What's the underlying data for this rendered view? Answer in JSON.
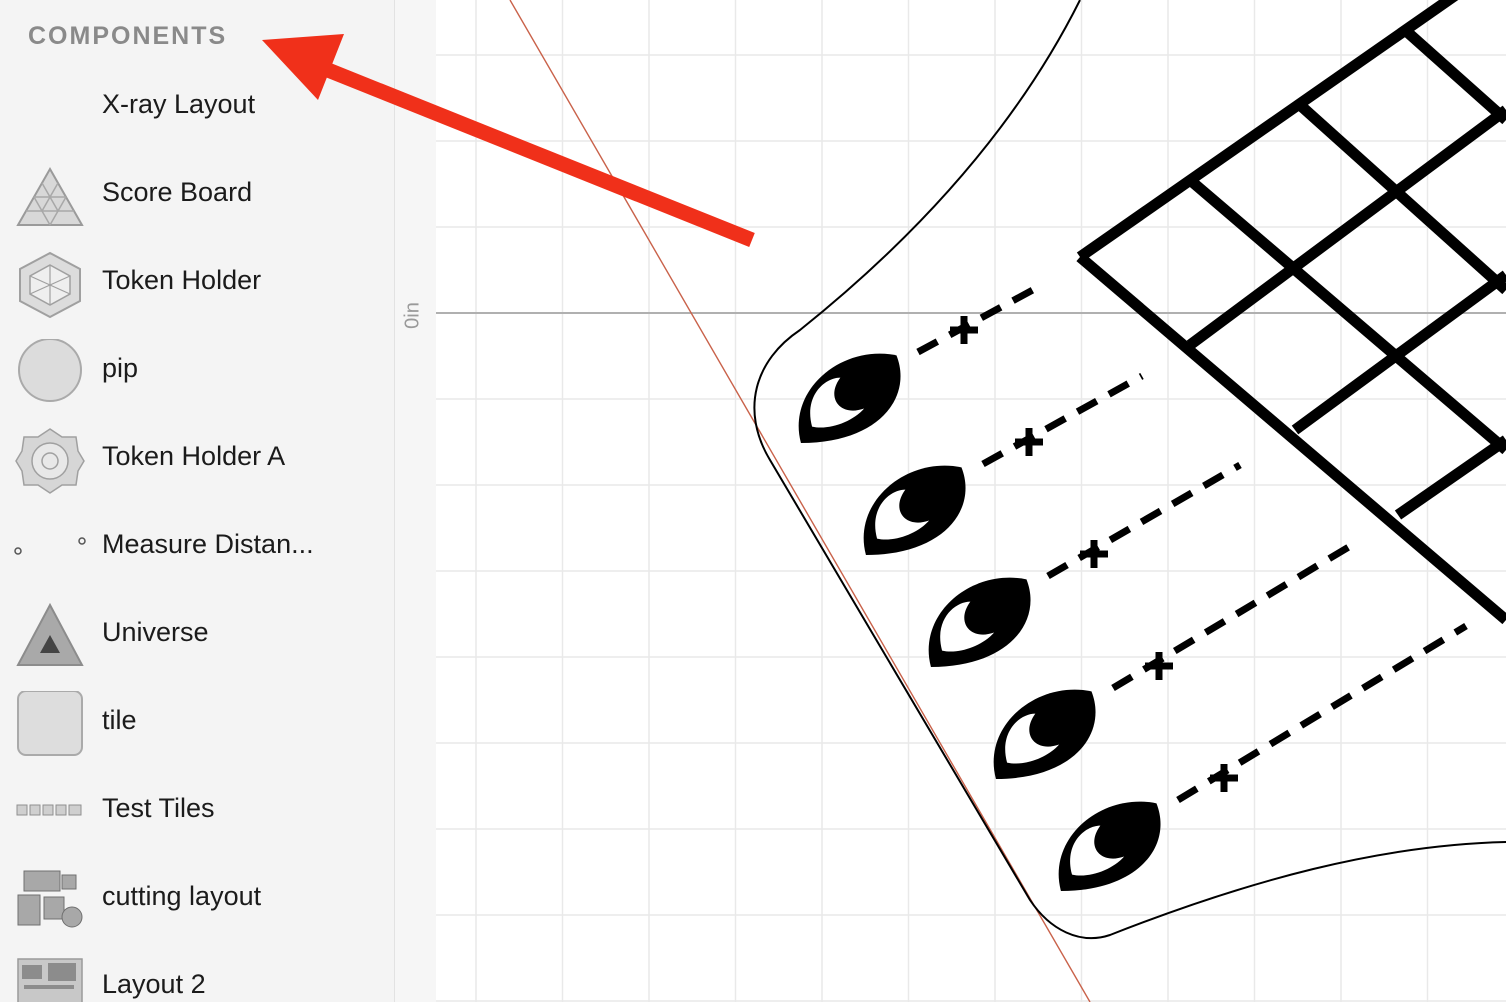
{
  "sidebar": {
    "title": "COMPONENTS",
    "items": [
      {
        "label": "X-ray Layout",
        "icon": "blank"
      },
      {
        "label": "Score Board",
        "icon": "triangle-grid-icon"
      },
      {
        "label": "Token Holder",
        "icon": "hexagon-icon"
      },
      {
        "label": "pip",
        "icon": "circle-icon"
      },
      {
        "label": "Token Holder A",
        "icon": "mandala-icon"
      },
      {
        "label": "Measure Distan...",
        "icon": "dots-icon"
      },
      {
        "label": "Universe",
        "icon": "pyramid-icon"
      },
      {
        "label": "tile",
        "icon": "rounded-square-icon"
      },
      {
        "label": "Test Tiles",
        "icon": "tile-strip-icon"
      },
      {
        "label": "cutting layout",
        "icon": "cutting-layout-icon"
      },
      {
        "label": "Layout 2",
        "icon": "layout-icon"
      }
    ]
  },
  "ruler": {
    "origin_label": "0in"
  },
  "colors": {
    "annotation_arrow": "#f0301a",
    "guide_line": "#c9624a",
    "grid": "#e8e8e8",
    "axis": "#b0b0b0"
  }
}
